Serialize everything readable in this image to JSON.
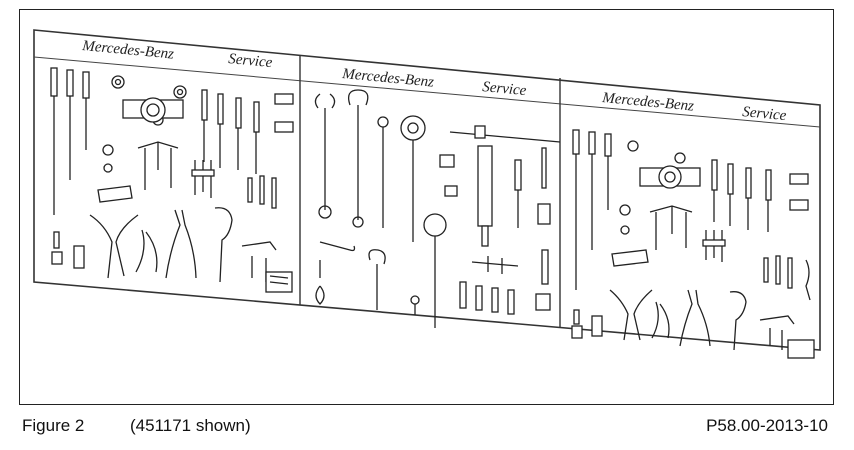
{
  "board": {
    "panels": [
      {
        "brand": "Mercedes-Benz",
        "service": "Service"
      },
      {
        "brand": "Mercedes-Benz",
        "service": "Service"
      },
      {
        "brand": "Mercedes-Benz",
        "service": "Service"
      }
    ]
  },
  "caption": {
    "figure": "Figure 2",
    "shown": "(451171 shown)",
    "code": "P58.00-2013-10"
  }
}
